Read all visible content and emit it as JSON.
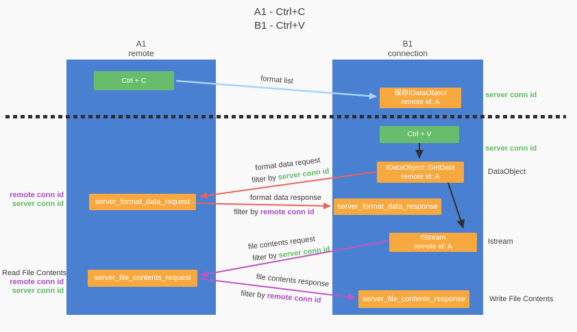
{
  "title": {
    "line1": "A1 - Ctrl+C",
    "line2": "B1 - Ctrl+V"
  },
  "columns": {
    "left": {
      "name": "A1",
      "subtitle": "remote"
    },
    "right": {
      "name": "B1",
      "subtitle": "connection"
    }
  },
  "nodes": {
    "ctrl_c": {
      "label": "Ctrl + C"
    },
    "ctrl_v": {
      "label": "Ctrl + V"
    },
    "save_idataobject": {
      "line1": "保存IDataObject",
      "line2": "remote id: A"
    },
    "idataobject_getdata": {
      "line1": "IDataObject::GetData",
      "line2": "remote id: A"
    },
    "istream": {
      "line1": "IStream",
      "line2": "remote id: A"
    },
    "server_format_data_request": {
      "label": "server_format_data_request"
    },
    "server_format_data_response": {
      "label": "server_format_data_response"
    },
    "server_file_contents_request": {
      "label": "server_file_contents_request"
    },
    "server_file_contents_response": {
      "label": "server_file_contents_response"
    }
  },
  "arrow_labels": {
    "format_list": "format list",
    "format_data_request": "format data request",
    "format_data_response": "format data response",
    "file_contents_request": "file contents request",
    "file_contents_response": "file contents response",
    "filter_by": "filter by",
    "server_conn_id": "server conn id",
    "remote_conn_id": "remote conn id"
  },
  "side_labels": {
    "server_conn_id_top": "server conn id",
    "server_conn_id_mid": "server conn id",
    "dataobject": "DataObject",
    "istream": "Istream",
    "write_file_contents": "Write File Contents",
    "read_file_contents": "Read File Contents",
    "remote_conn_id_format": "remote conn id",
    "server_conn_id_format": "server conn id",
    "remote_conn_id_file": "remote conn id",
    "server_conn_id_file": "server conn id"
  },
  "colors": {
    "machine_rect_blue": "#4a80d2",
    "action_green": "#67bd6b",
    "message_orange": "#f7a83e",
    "conn_green_text": "#5cbb63",
    "conn_purple_text": "#a64fc3",
    "request_red": "#e8635c",
    "file_magenta": "#c353c3",
    "format_list_blue": "#a5d5f5",
    "arrow_black": "#2f2f2f",
    "background": "#f9f9f9"
  }
}
